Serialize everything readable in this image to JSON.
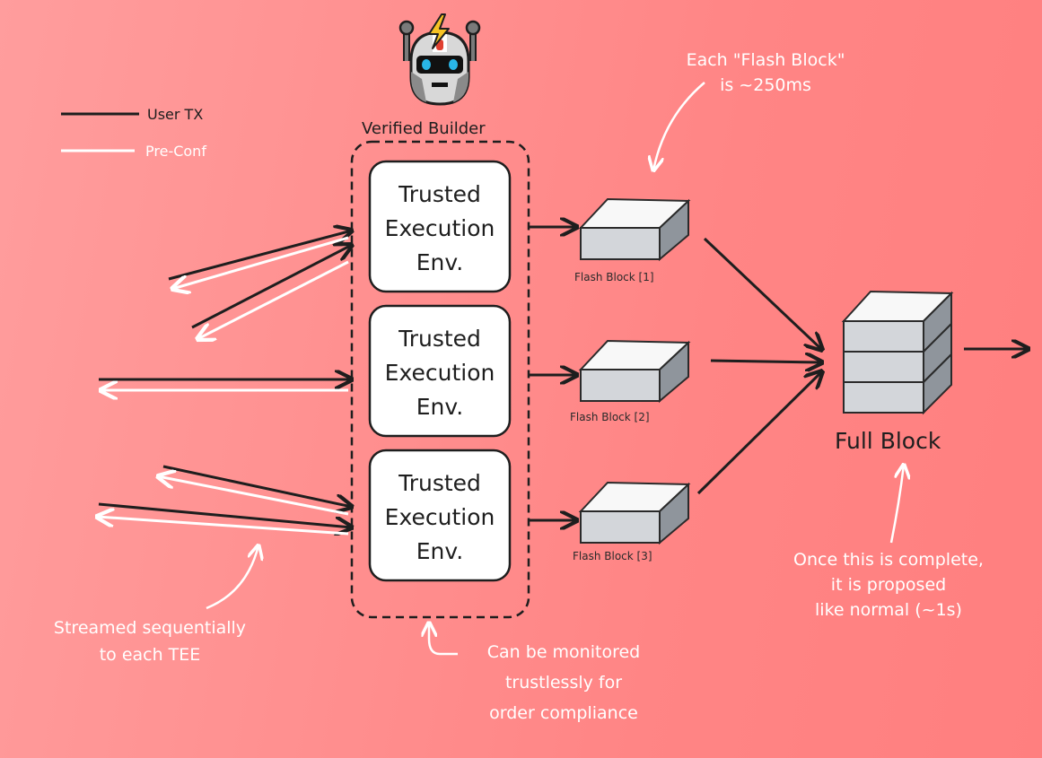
{
  "legend": {
    "user_tx_label": "User TX",
    "pre_conf_label": "Pre-Conf",
    "user_tx_color": "#1e1e1e",
    "pre_conf_color": "#ffffff"
  },
  "builder": {
    "label": "Verified Builder",
    "icon": "robot-icon",
    "tee_boxes": [
      {
        "line1": "Trusted",
        "line2": "Execution",
        "line3": "Env."
      },
      {
        "line1": "Trusted",
        "line2": "Execution",
        "line3": "Env."
      },
      {
        "line1": "Trusted",
        "line2": "Execution",
        "line3": "Env."
      }
    ]
  },
  "flash_blocks": [
    {
      "label": "Flash Block [1]"
    },
    {
      "label": "Flash Block [2]"
    },
    {
      "label": "Flash Block [3]"
    }
  ],
  "full_block": {
    "label": "Full Block"
  },
  "annotations": {
    "flash_block_duration": [
      "Each \"Flash Block\"",
      "is ~250ms"
    ],
    "streamed": [
      "Streamed sequentially",
      "to each TEE"
    ],
    "monitored": [
      "Can be monitored",
      "trustlessly for",
      "order compliance"
    ],
    "proposed": [
      "Once this is complete,",
      "it is proposed",
      "like normal (~1s)"
    ]
  },
  "colors": {
    "background": "#ff8f8f",
    "ink": "#1e1e1e",
    "box_fill": "#ffffff",
    "block_front": "#d3d6da",
    "block_side": "#8f959c",
    "block_top": "#f8f8f8",
    "user_head": "#f08080"
  }
}
